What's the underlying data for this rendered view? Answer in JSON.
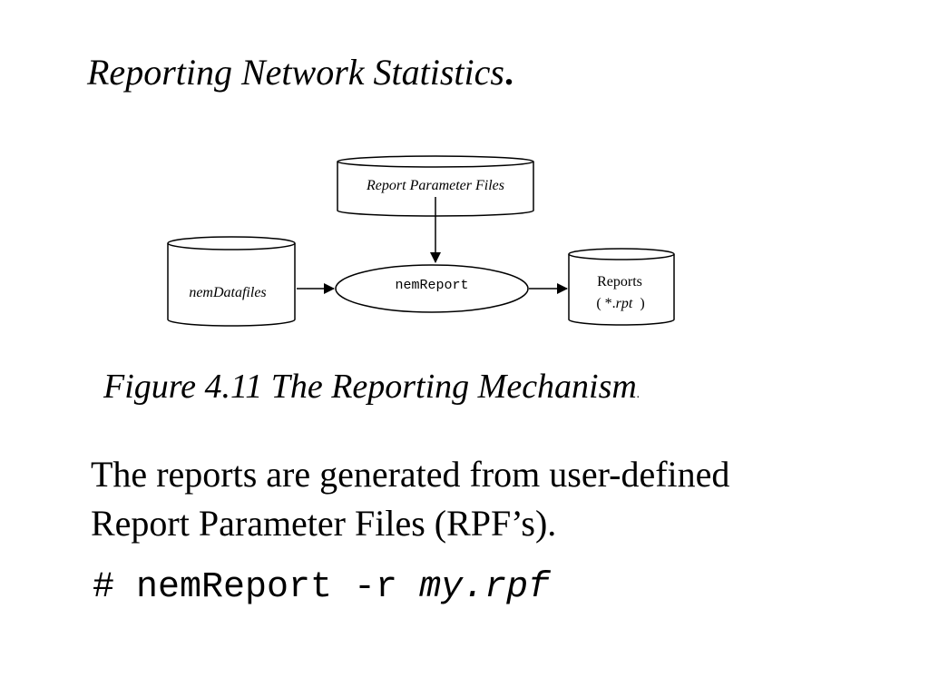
{
  "slide": {
    "title": "Reporting Network Statistics",
    "title_end": "."
  },
  "diagram": {
    "nodes": {
      "parameter_files": {
        "label": "Report Parameter Files"
      },
      "datafiles": {
        "label": "nemDatafiles"
      },
      "process": {
        "label": "nemReport"
      },
      "reports": {
        "label_line1": "Reports",
        "label_line2_prefix": "( *.",
        "label_line2_ext": "rpt",
        "label_line2_suffix": "  )"
      }
    },
    "edges": [
      {
        "from": "parameter_files",
        "to": "process"
      },
      {
        "from": "datafiles",
        "to": "process"
      },
      {
        "from": "process",
        "to": "reports"
      }
    ]
  },
  "caption": {
    "text": "Figure 4.11 The Reporting Mechanism",
    "end": "."
  },
  "body": {
    "line1": "The reports are generated from user-defined",
    "line2": "Report Parameter Files (RPF’s)."
  },
  "command": {
    "prefix": "# nemReport -r ",
    "arg": "my.rpf"
  }
}
